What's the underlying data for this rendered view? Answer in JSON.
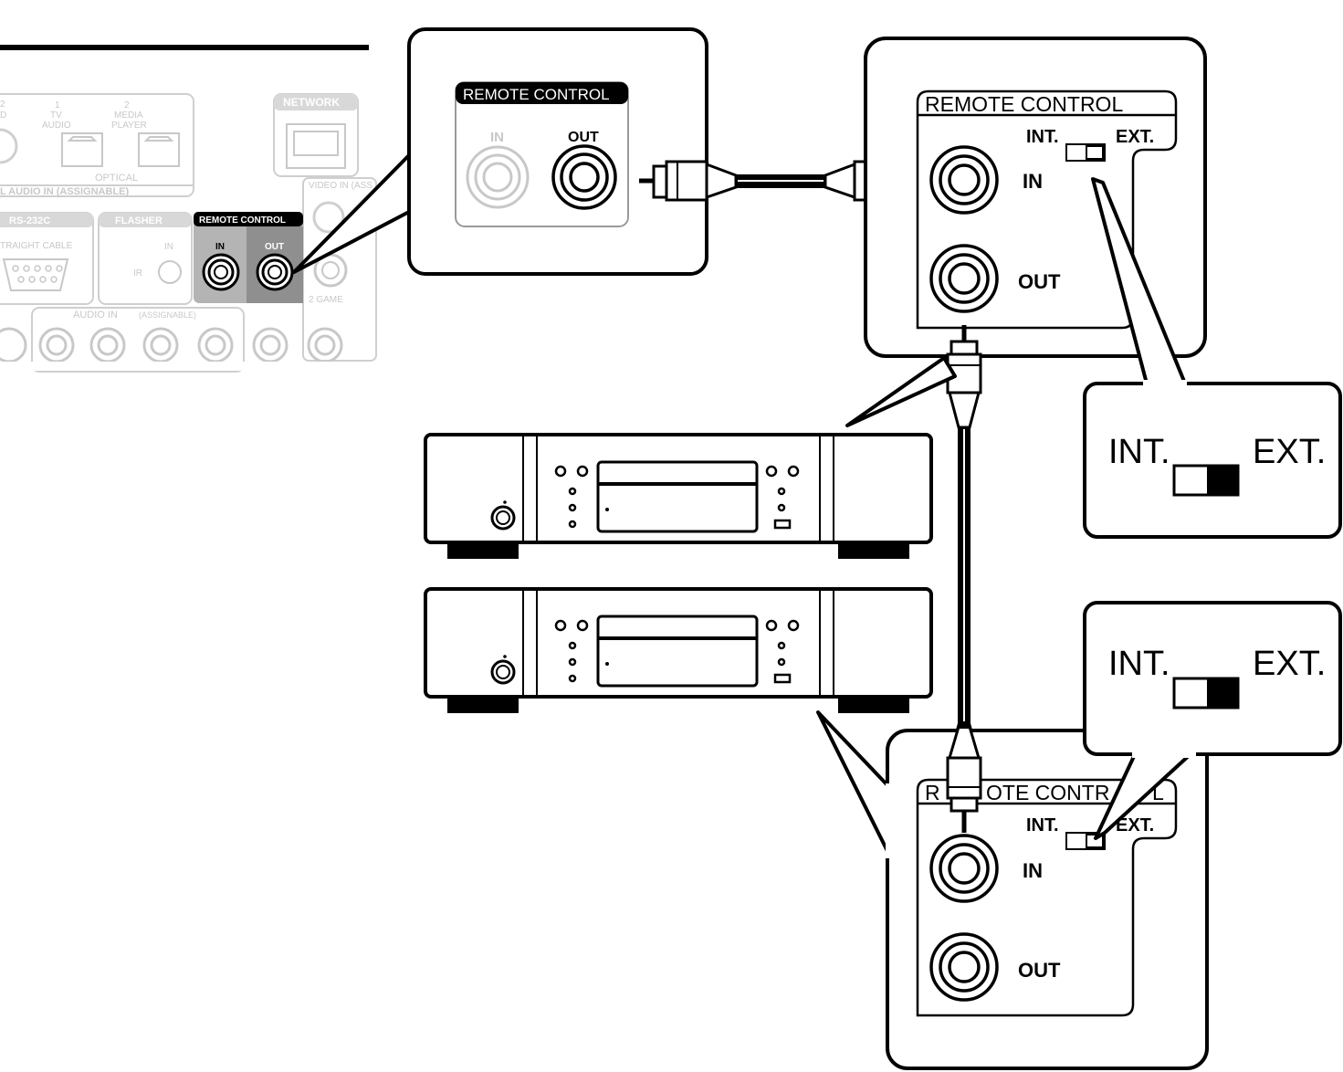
{
  "receiver_panel": {
    "network": "NETWORK",
    "optical_labels": [
      "2",
      "D",
      "1",
      "TV",
      "AUDIO",
      "2",
      "MEDIA",
      "PLAYER"
    ],
    "optical": "OPTICAL",
    "digital_audio_in": "L AUDIO IN (ASSIGNABLE)",
    "video_in": "VIDEO IN (ASS",
    "rs232c": "RS-232C",
    "straight_cable": "TRAIGHT CABLE",
    "flasher": "FLASHER",
    "flasher_in": "IN",
    "flasher_ir": "IR",
    "remote_control": "REMOTE CONTROL",
    "remote_in": "IN",
    "remote_out": "OUT",
    "game": "2 GAME",
    "audio_in": "AUDIO IN",
    "audio_in_assignable": "(ASSIGNABLE)"
  },
  "zoom_receiver": {
    "title": "REMOTE CONTROL",
    "in": "IN",
    "out": "OUT"
  },
  "unit_top": {
    "title": "REMOTE CONTROL",
    "int": "INT.",
    "ext": "EXT.",
    "in": "IN",
    "out": "OUT"
  },
  "unit_bottom": {
    "title_left": "R",
    "title_mid": "OTE CONTR",
    "title_right": "L",
    "int": "INT.",
    "ext": "EXT.",
    "in": "IN",
    "out": "OUT"
  },
  "switch_top": {
    "int": "INT.",
    "ext": "EXT."
  },
  "switch_bottom": {
    "int": "INT.",
    "ext": "EXT."
  }
}
